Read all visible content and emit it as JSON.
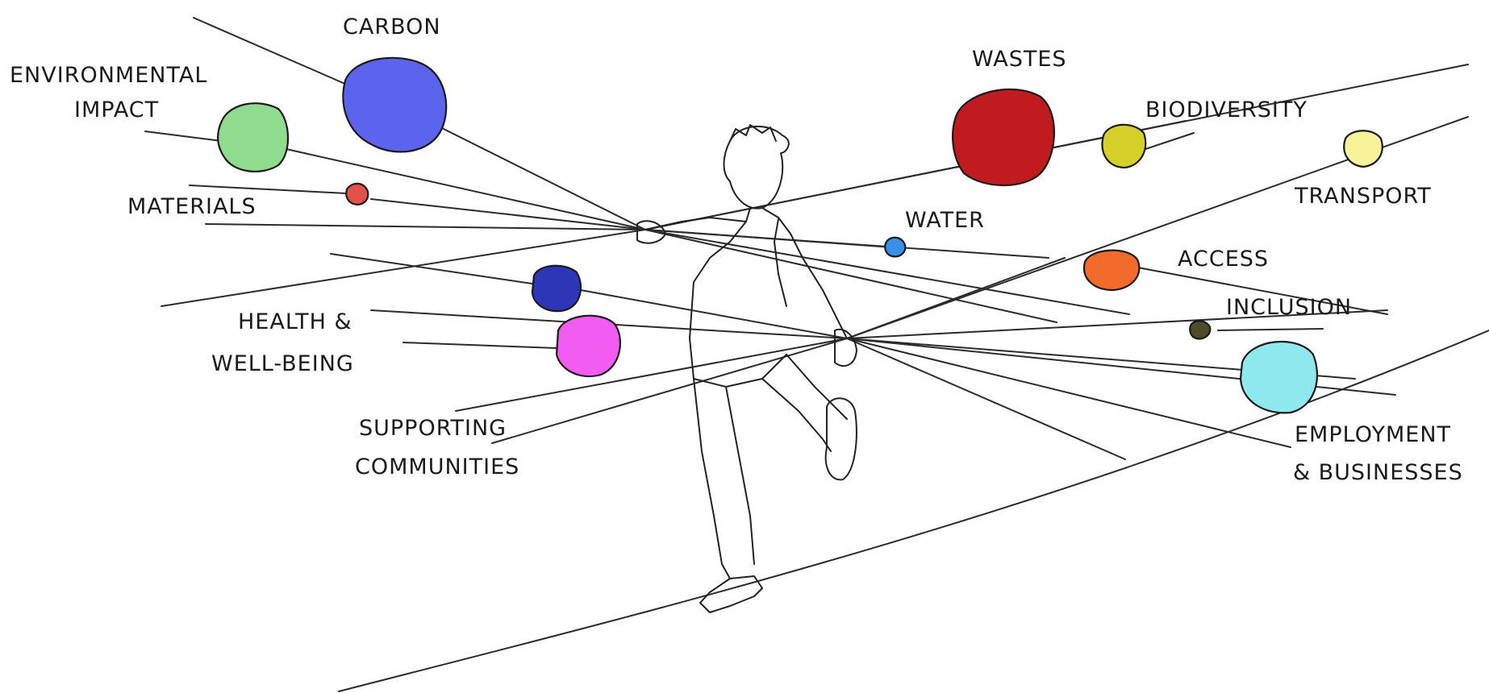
{
  "labels": {
    "carbon": "CARBON",
    "environmental_impact_1": "ENVIRONMENTAL",
    "environmental_impact_2": "IMPACT",
    "materials": "MATERIALS",
    "health_1": "HEALTH &",
    "health_2": "WELL-BEING",
    "supporting_1": "SUPPORTING",
    "supporting_2": "COMMUNITIES",
    "wastes": "WASTES",
    "biodiversity": "BIODIVERSITY",
    "transport": "TRANSPORT",
    "water": "WATER",
    "access": "ACCESS",
    "inclusion": "INCLUSION",
    "employment_1": "EMPLOYMENT",
    "employment_2": "& BUSINESSES"
  },
  "colors": {
    "carbon": "#5c63ec",
    "environmental_impact": "#8fdc8f",
    "materials": "#e0524b",
    "health": "#2e36b8",
    "wellbeing": "#f25cf0",
    "wastes": "#c01c20",
    "biodiversity": "#d6d12a",
    "transport": "#f8f39a",
    "water": "#3a8fe8",
    "access": "#f36b2c",
    "inclusion": "#4d4d2a",
    "employment": "#8de9ee"
  }
}
